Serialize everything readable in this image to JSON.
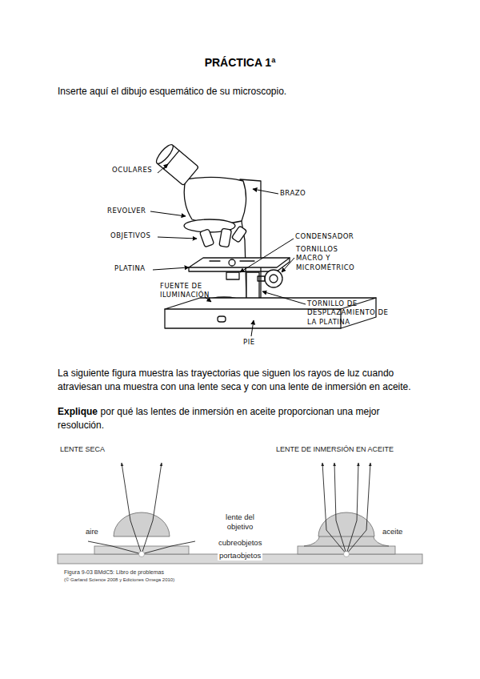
{
  "diagram": {
    "title": "PRÁCTICA 1ª",
    "labels": [
      "Inserte aquí el dibujo esquemático de su microscopio.",
      "OCULARES",
      "BRAZO",
      "REVOLVER",
      "OBJETIVOS",
      "CONDENSADOR",
      "TORNILLOS MACRO Y MICROMÉTRICO",
      "PLATINA",
      "FUENTE DE ILUMINACIÓN",
      "TORNILLO DE DESPLAZAMIENTO DE LA PLATINA",
      "PIE",
      "La siguiente figura muestra las trayectorias que siguen los rayos de luz cuando atraviesan una muestra con una lente seca y con una lente de inmersión en aceite.",
      "Explique",
      "por qué las lentes de inmersión en aceite proporcionan una mejor resolución.",
      "LENTE SECA",
      "LENTE DE INMERSIÓN EN ACEITE",
      "lente del objetivo",
      "aire",
      "cubreobjetos",
      "aceite",
      "portaobjetos",
      "Figura 9-03 BMdC5: Libro de problemas",
      "(© Garland Science 2008 y Ediciones Omega 2010)"
    ]
  }
}
